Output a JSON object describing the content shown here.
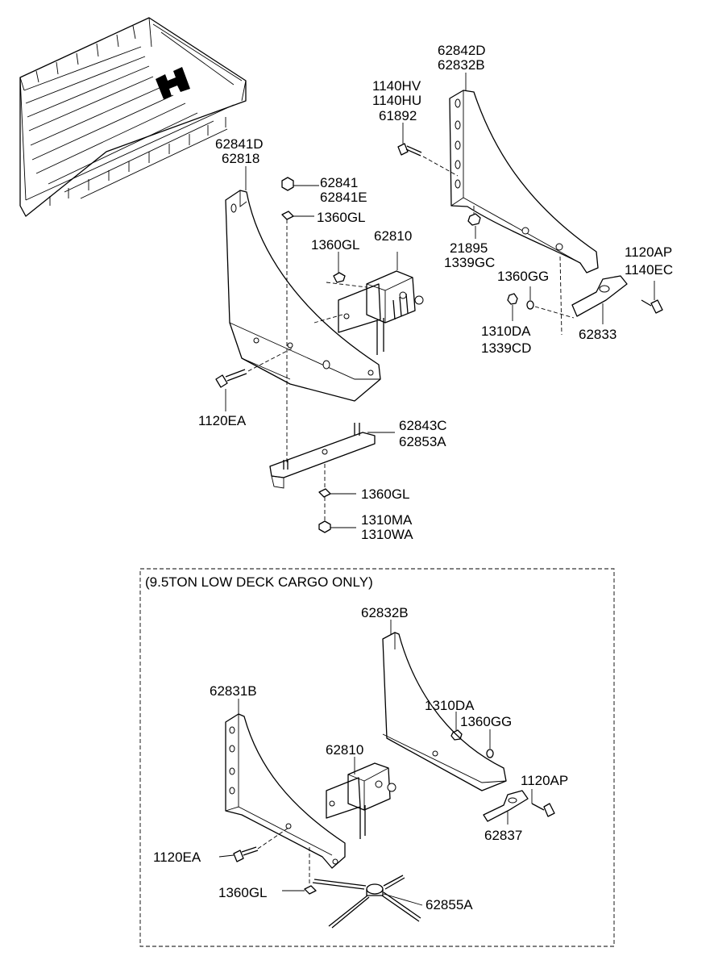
{
  "labels": {
    "l62842D": "62842D",
    "l62832B_top": "62832B",
    "l1140HV": "1140HV",
    "l1140HU": "1140HU",
    "l61892": "61892",
    "l62841D": "62841D",
    "l62818": "62818",
    "l62841": "62841",
    "l62841E": "62841E",
    "l1360GL_a": "1360GL",
    "l1360GL_b": "1360GL",
    "l62810_top": "62810",
    "l21895": "21895",
    "l1339GC": "1339GC",
    "l1120AP_top": "1120AP",
    "l1140EC": "1140EC",
    "l1360GG_top": "1360GG",
    "l1310DA_top": "1310DA",
    "l1339CD": "1339CD",
    "l62833": "62833",
    "l1120EA_top": "1120EA",
    "l62843C": "62843C",
    "l62853A": "62853A",
    "l1360GL_c": "1360GL",
    "l1310MA": "1310MA",
    "l1310WA": "1310WA",
    "l62832B_bot": "62832B",
    "l62831B": "62831B",
    "l62810_bot": "62810",
    "l1310DA_bot": "1310DA",
    "l1360GG_bot": "1360GG",
    "l1120AP_bot": "1120AP",
    "l62837": "62837",
    "l1120EA_bot": "1120EA",
    "l1360GL_d": "1360GL",
    "l62855A": "62855A"
  },
  "section_box": {
    "title": "(9.5TON LOW DECK CARGO ONLY)"
  }
}
